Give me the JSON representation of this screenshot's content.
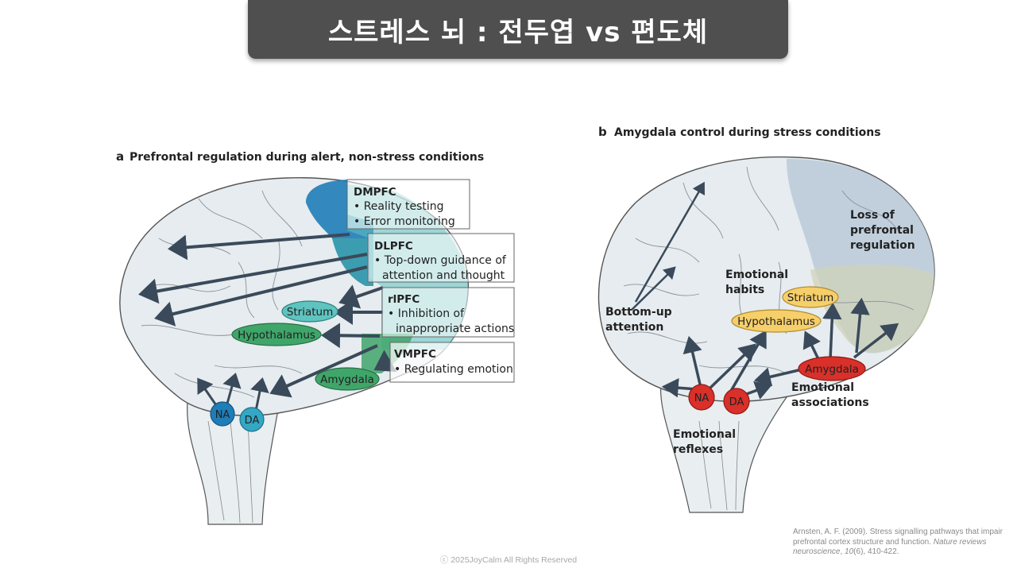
{
  "title": "스트레스 뇌 : 전두엽 vs 편도체",
  "panel_a": {
    "letter": "a",
    "heading": "Prefrontal regulation during alert, non-stress conditions",
    "boxes": [
      {
        "name": "DMPFC",
        "lines": [
          "• Reality testing",
          "• Error monitoring"
        ]
      },
      {
        "name": "DLPFC",
        "lines": [
          "• Top-down guidance of",
          "attention and thought"
        ]
      },
      {
        "name": "rlPFC",
        "lines": [
          "• Inhibition of",
          "inappropriate actions"
        ]
      },
      {
        "name": "VMPFC",
        "lines": [
          "• Regulating emotion"
        ]
      }
    ],
    "structures": {
      "striatum": "Striatum",
      "hypothalamus": "Hypothalamus",
      "amygdala": "Amygdala",
      "na": "NA",
      "da": "DA"
    }
  },
  "panel_b": {
    "letter": "b",
    "heading": "Amygdala control during stress conditions",
    "labels": {
      "loss": [
        "Loss of",
        "prefrontal",
        "regulation"
      ],
      "habits": [
        "Emotional",
        "habits"
      ],
      "bottom_up": [
        "Bottom-up",
        "attention"
      ],
      "associations": [
        "Emotional",
        "associations"
      ],
      "reflexes": [
        "Emotional",
        "reflexes"
      ]
    },
    "structures": {
      "striatum": "Striatum",
      "hypothalamus": "Hypothalamus",
      "amygdala": "Amygdala",
      "na": "NA",
      "da": "DA"
    }
  },
  "citation": {
    "main": "Arnsten, A. F. (2009). Stress signalling pathways that impair prefrontal cortex structure and function. ",
    "journal": "Nature reviews neuroscience",
    "sep1": ", ",
    "volume": "10",
    "rest": "(6), 410-422."
  },
  "footer": "ⓒ 2025JoyCalm All Rights Reserved",
  "colors": {
    "title_bg": "#4f4f4f",
    "arrow": "#3a4a5a",
    "blue_dark": "#1f7db8",
    "teal": "#5fc3bf",
    "green": "#3fa66a",
    "red": "#d9302a",
    "yellow": "#f6cf6a"
  }
}
